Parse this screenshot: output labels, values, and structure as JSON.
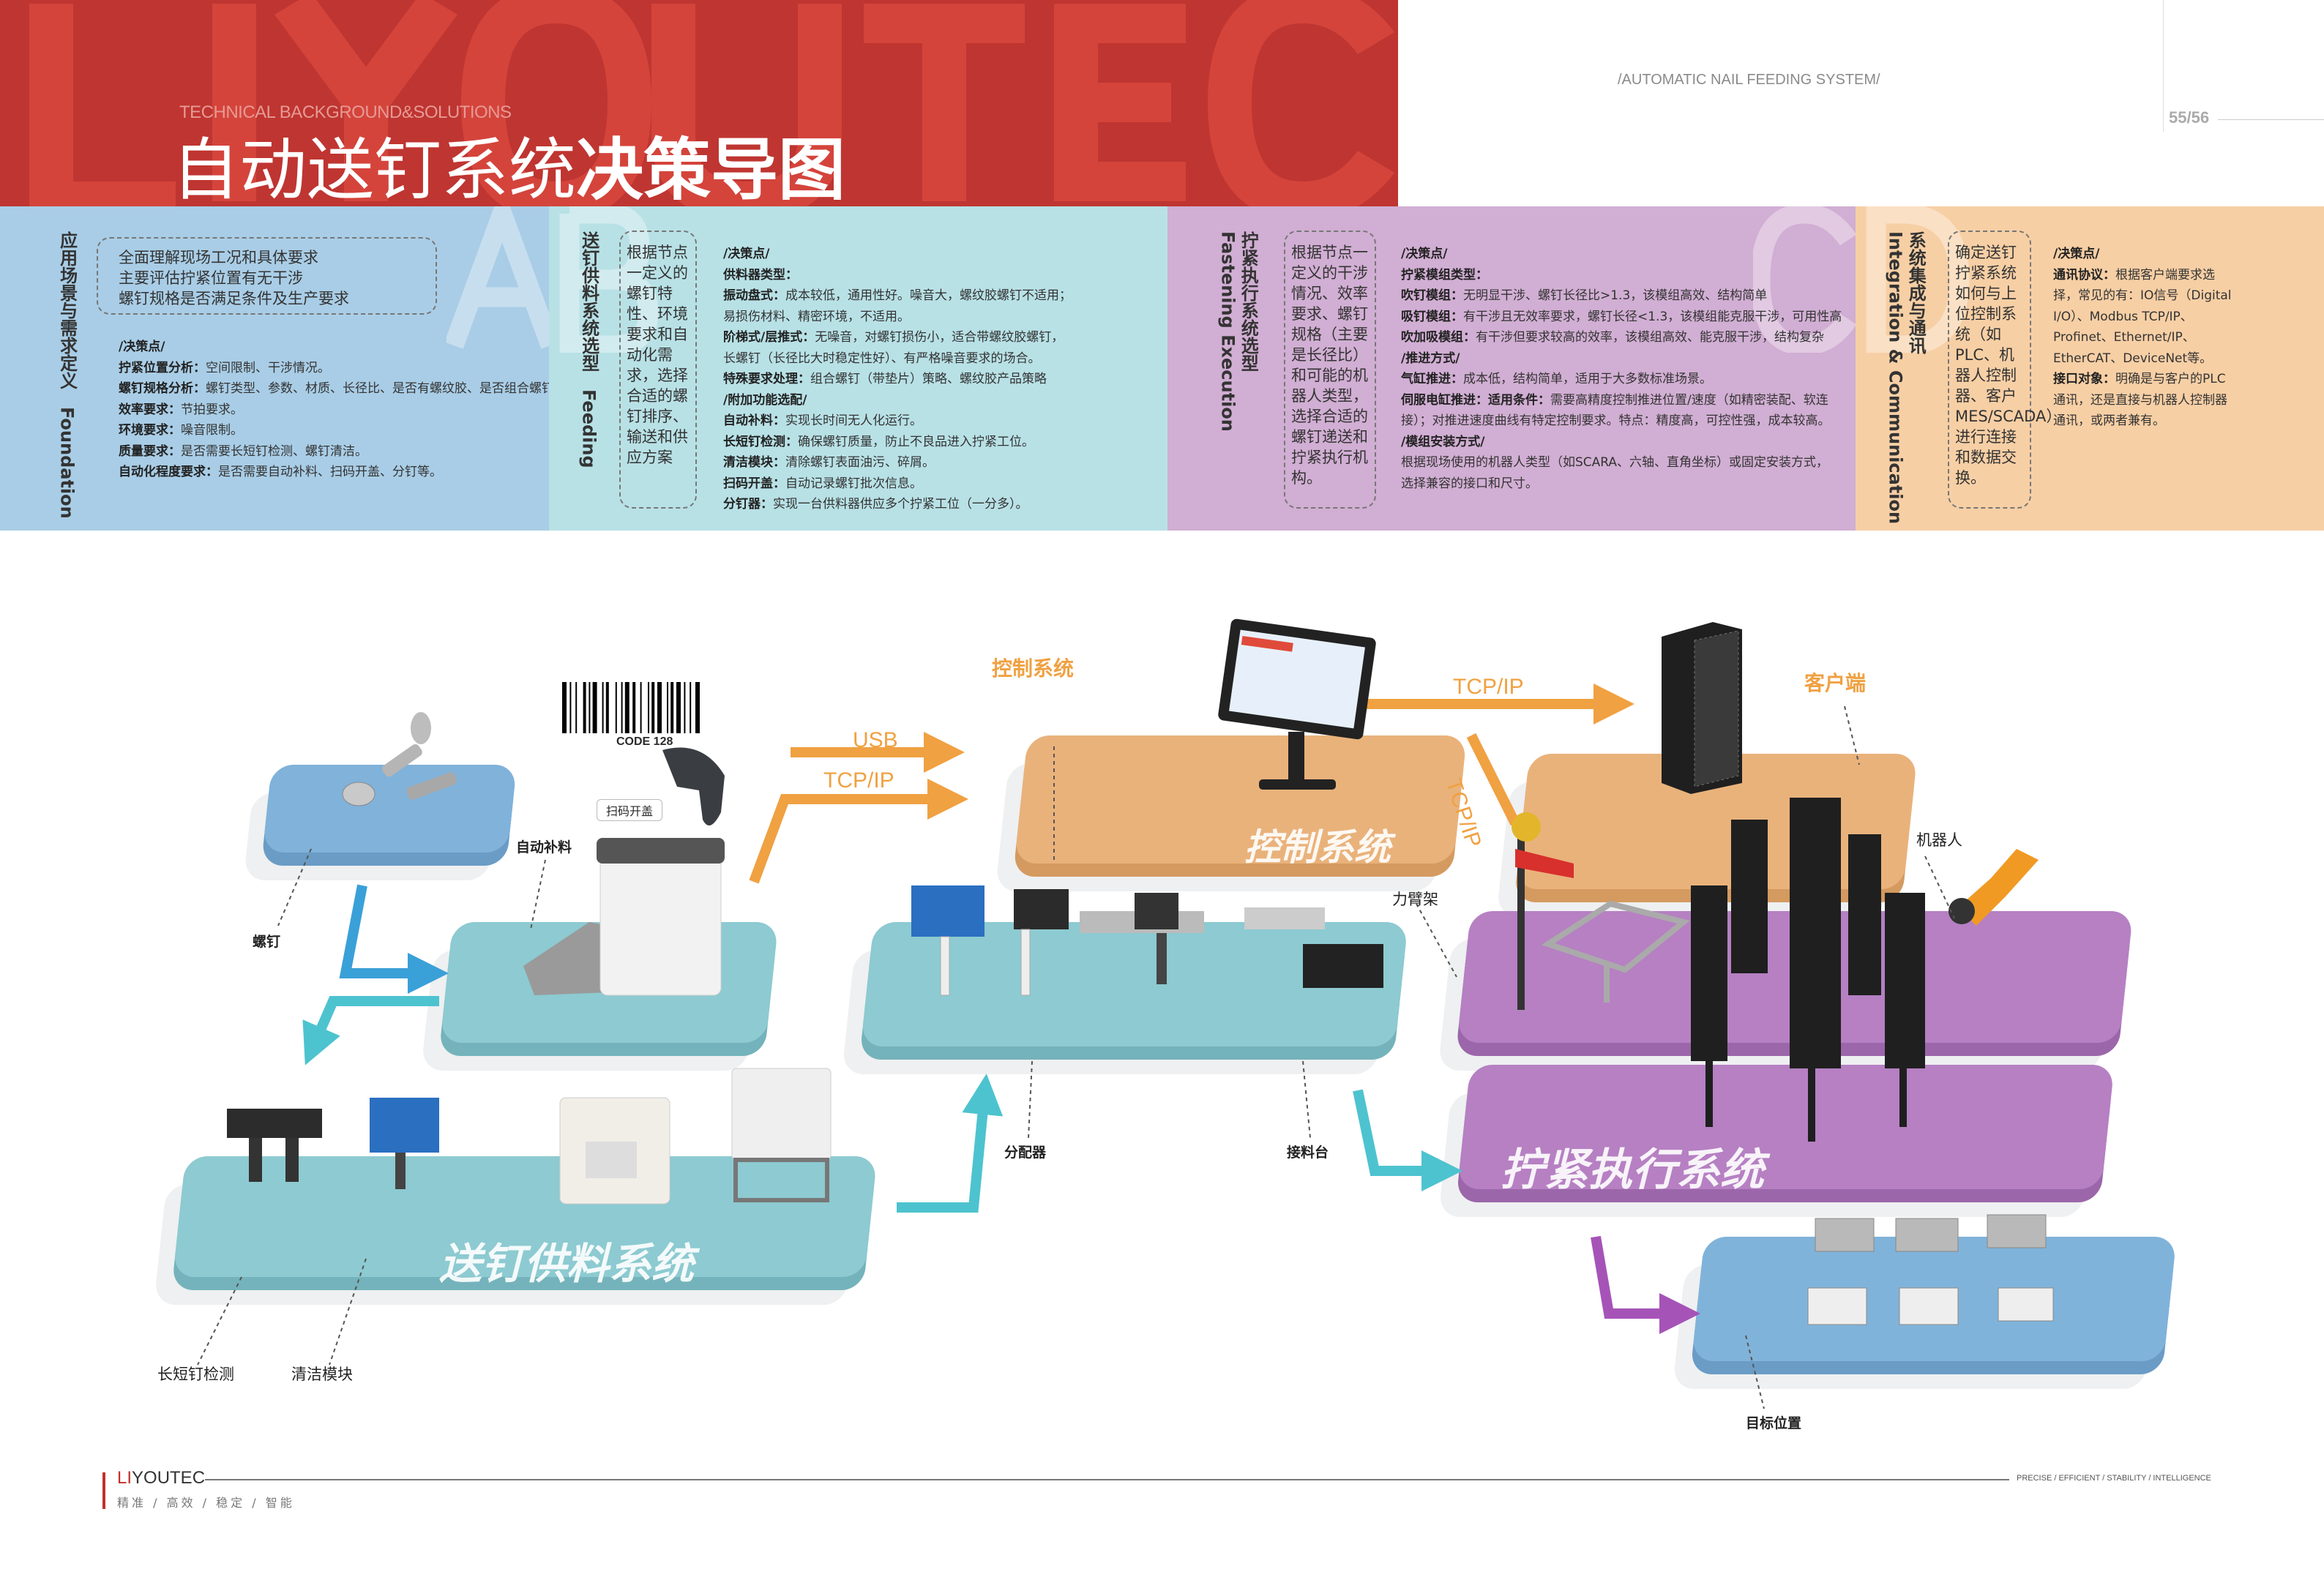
{
  "header": {
    "watermark": "LIYOUTEC",
    "subtitle": "TECHNICAL BACKGROUND&SOLUTIONS",
    "title_light": "自动送钉系统",
    "title_bold": "决策导图",
    "system_name": "/AUTOMATIC NAIL FEEDING SYSTEM/",
    "page_number": "55/56"
  },
  "panels": [
    {
      "letter": "A",
      "color": "#a9cde6",
      "title": "应用场景与需求定义　Foundation",
      "summary": [
        "全面理解现场工况和具体要求",
        "主要评估拧紧位置有无干涉",
        "螺钉规格是否满足条件及生产要求"
      ],
      "lines": [
        {
          "b": "/决策点/",
          "t": ""
        },
        {
          "b": "拧紧位置分析：",
          "t": "空间限制、干涉情况。"
        },
        {
          "b": "螺钉规格分析：",
          "t": "螺钉类型、参数、材质、长径比、是否有螺纹胶、是否组合螺钉。"
        },
        {
          "b": "效率要求：",
          "t": "节拍要求。"
        },
        {
          "b": "环境要求：",
          "t": "噪音限制。"
        },
        {
          "b": "质量要求：",
          "t": "是否需要长短钉检测、螺钉清洁。"
        },
        {
          "b": "自动化程度要求：",
          "t": "是否需要自动补料、扫码开盖、分钉等。"
        }
      ]
    },
    {
      "letter": "B",
      "color": "#b8e1e6",
      "title": "送钉供料系统选型　Feeding",
      "summary": [
        "根据节点一定义的螺钉特性、环境要求和自动化需求，选择合适的螺钉排序、输送和供应方案"
      ],
      "lines": [
        {
          "b": "/决策点/",
          "t": ""
        },
        {
          "b": "供料器类型：",
          "t": ""
        },
        {
          "b": "振动盘式：",
          "t": "成本较低，通用性好。噪音大，螺纹胶螺钉不适用；"
        },
        {
          "b": "",
          "t": "易损伤材料、精密环境，不适用。"
        },
        {
          "b": "阶梯式/层推式：",
          "t": "无噪音，对螺钉损伤小，适合带螺纹胶螺钉，"
        },
        {
          "b": "",
          "t": "长螺钉（长径比大时稳定性好）、有严格噪音要求的场合。"
        },
        {
          "b": "特殊要求处理：",
          "t": "组合螺钉（带垫片）策略、螺纹胶产品策略"
        },
        {
          "b": "/附加功能选配/",
          "t": ""
        },
        {
          "b": "自动补料：",
          "t": "实现长时间无人化运行。"
        },
        {
          "b": "长短钉检测：",
          "t": "确保螺钉质量，防止不良品进入拧紧工位。"
        },
        {
          "b": "清洁模块：",
          "t": "清除螺钉表面油污、碎屑。"
        },
        {
          "b": "扫码开盖：",
          "t": "自动记录螺钉批次信息。"
        },
        {
          "b": "分钉器：",
          "t": "实现一台供料器供应多个拧紧工位（一分多）。"
        }
      ]
    },
    {
      "letter": "C",
      "color": "#d1aed3",
      "title": "拧紧执行系统选型",
      "title_en": "Fastening Execution",
      "summary": [
        "根据节点一定义的干涉情况、效率要求、螺钉规格（主要是长径比）和可能的机器人类型，选择合适的螺钉递送和拧紧执行机构。"
      ],
      "lines": [
        {
          "b": "/决策点/",
          "t": ""
        },
        {
          "b": "拧紧模组类型：",
          "t": ""
        },
        {
          "b": "吹钉模组：",
          "t": "无明显干涉、螺钉长径比>1.3，该模组高效、结构简单"
        },
        {
          "b": "吸钉模组：",
          "t": "有干涉且无效率要求，螺钉长径<1.3，该模组能克服干涉，可用性高"
        },
        {
          "b": "吹加吸模组：",
          "t": "有干涉但要求较高的效率，该模组高效、能克服干涉，结构复杂"
        },
        {
          "b": "/推进方式/",
          "t": ""
        },
        {
          "b": "气缸推进：",
          "t": "成本低，结构简单，适用于大多数标准场景。"
        },
        {
          "b": "伺服电缸推进：适用条件：",
          "t": "需要高精度控制推进位置/速度（如精密装配、软连"
        },
        {
          "b": "",
          "t": "接）；对推进速度曲线有特定控制要求。特点：精度高，可控性强，成本较高。"
        },
        {
          "b": "/模组安装方式/",
          "t": ""
        },
        {
          "b": "",
          "t": "根据现场使用的机器人类型（如SCARA、六轴、直角坐标）或固定安装方式，"
        },
        {
          "b": "",
          "t": "选择兼容的接口和尺寸。"
        }
      ]
    },
    {
      "letter": "D",
      "color": "#f7cfa5",
      "title": "系统集成与通讯",
      "title_en": "Integration & Communication",
      "summary": [
        "确定送钉拧紧系统如何与上位控制系统（如PLC、机器人控制器、客户MES/SCADA）进行连接和数据交换。"
      ],
      "lines": [
        {
          "b": "/决策点/",
          "t": ""
        },
        {
          "b": "通讯协议：",
          "t": "根据客户端要求选"
        },
        {
          "b": "",
          "t": "择，常见的有：IO信号（Digital"
        },
        {
          "b": "",
          "t": "I/O）、Modbus TCP/IP、"
        },
        {
          "b": "",
          "t": "Profinet、Ethernet/IP、"
        },
        {
          "b": "",
          "t": "EtherCAT、DeviceNet等。"
        },
        {
          "b": "接口对象：",
          "t": "明确是与客户的PLC"
        },
        {
          "b": "",
          "t": "通讯，还是直接与机器人控制器"
        },
        {
          "b": "",
          "t": "通讯，或两者兼有。"
        }
      ]
    }
  ],
  "diagram": {
    "platforms": {
      "feeding": "送钉供料系统",
      "control": "控制系统",
      "fastening": "拧紧执行系统"
    },
    "labels": {
      "control_system": "控制系统",
      "client": "客户端",
      "usb": "USB",
      "tcpip_1": "TCP/IP",
      "tcpip_2": "TCP/IP",
      "tcpip_3": "TCP/IP",
      "barcode": "CODE 128",
      "scan_open": "扫码开盖",
      "auto_refill": "自动补料",
      "screw": "螺钉",
      "distributor": "分配器",
      "receiver": "接料台",
      "arm": "力臂架",
      "robot": "机器人",
      "length_check": "长短钉检测",
      "cleaning": "清洁模块",
      "target": "目标位置"
    },
    "colors": {
      "orange": "#f0a142",
      "cyan": "#4dc3cf",
      "blue": "#3aa0d8",
      "purple": "#a653b8"
    }
  },
  "footer": {
    "logo_accent": "LI",
    "logo_rest": "YOUTEC",
    "tagline": "精准 / 高效 / 稳定 / 智能",
    "tagline_en": "PRECISE / EFFICIENT / STABILITY / INTELLIGENCE"
  }
}
